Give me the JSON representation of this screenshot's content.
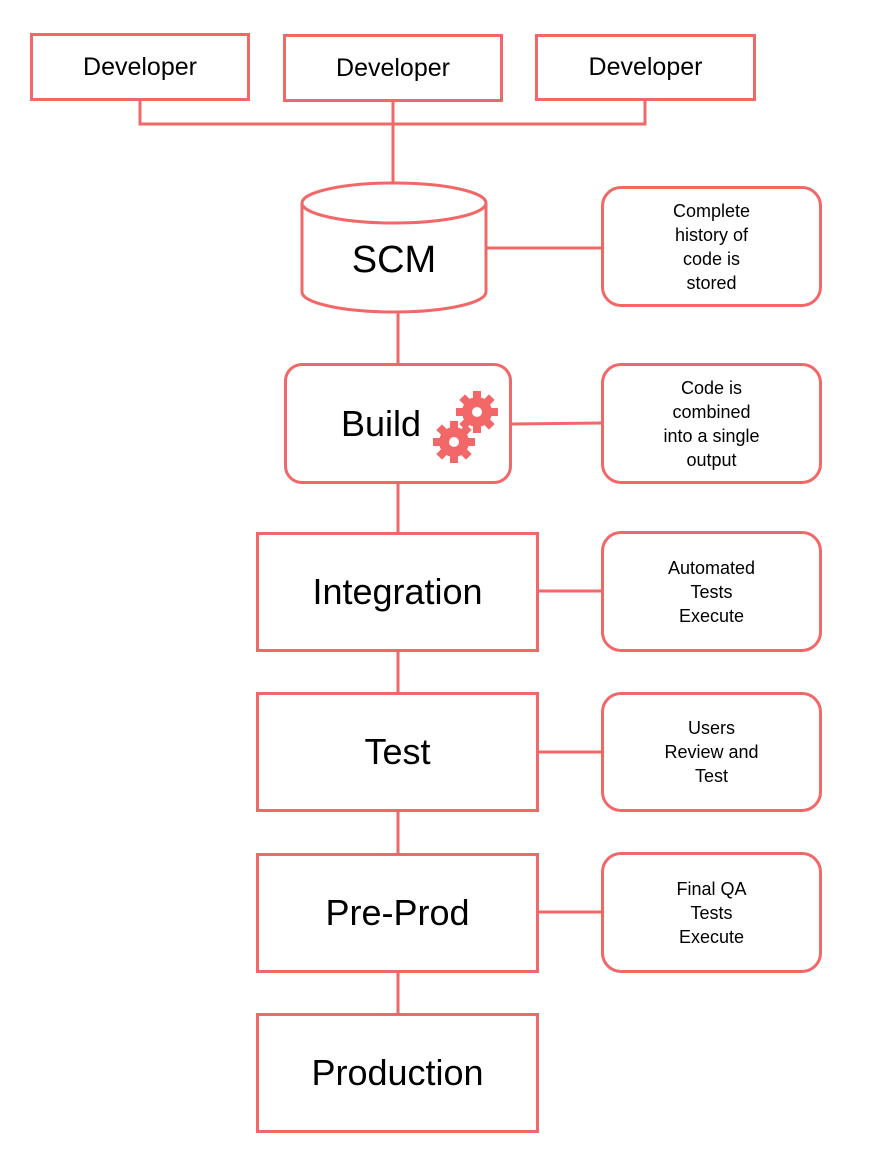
{
  "theme": {
    "accent": "#f26767",
    "text": "#000000",
    "background": "#ffffff"
  },
  "developers": [
    {
      "label": "Developer"
    },
    {
      "label": "Developer"
    },
    {
      "label": "Developer"
    }
  ],
  "stages": {
    "scm": {
      "label": "SCM",
      "shape": "cylinder"
    },
    "build": {
      "label": "Build",
      "icon": "gears-icon"
    },
    "integration": {
      "label": "Integration"
    },
    "test": {
      "label": "Test"
    },
    "preprod": {
      "label": "Pre-Prod"
    },
    "production": {
      "label": "Production"
    }
  },
  "notes": {
    "scm": [
      "Complete",
      "history of",
      "code is",
      "stored"
    ],
    "build": [
      "Code is",
      "combined",
      "into a single",
      "output"
    ],
    "integration": [
      "Automated",
      "Tests",
      "Execute"
    ],
    "test": [
      "Users",
      "Review and",
      "Test"
    ],
    "preprod": [
      "Final QA",
      "Tests",
      "Execute"
    ]
  }
}
